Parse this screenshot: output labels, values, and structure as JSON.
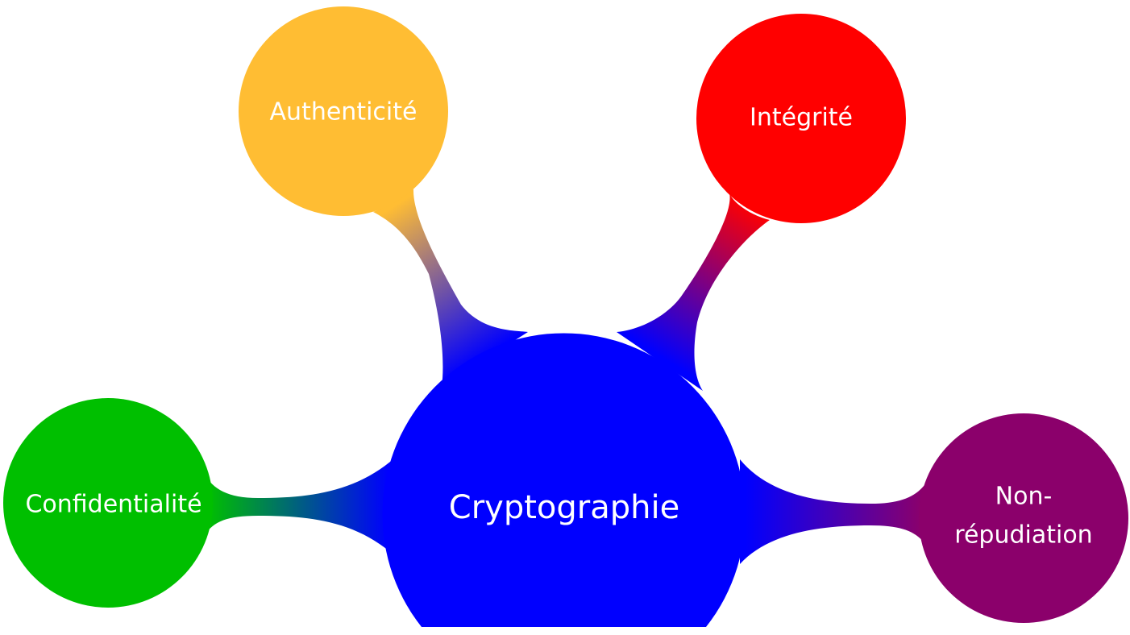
{
  "diagram": {
    "center": {
      "label": "Cryptographie",
      "color": "#0000ff"
    },
    "branches": [
      {
        "id": "authenticite",
        "lines": [
          "Authenticité"
        ],
        "color": "#ffbd33"
      },
      {
        "id": "integrite",
        "lines": [
          "Intégrité"
        ],
        "color": "#ff0000"
      },
      {
        "id": "confidentialite",
        "lines": [
          "Confidentialité"
        ],
        "color": "#00bf00"
      },
      {
        "id": "non-repudiation",
        "lines": [
          "Non-",
          "répudiation"
        ],
        "color": "#8b006b"
      }
    ]
  }
}
